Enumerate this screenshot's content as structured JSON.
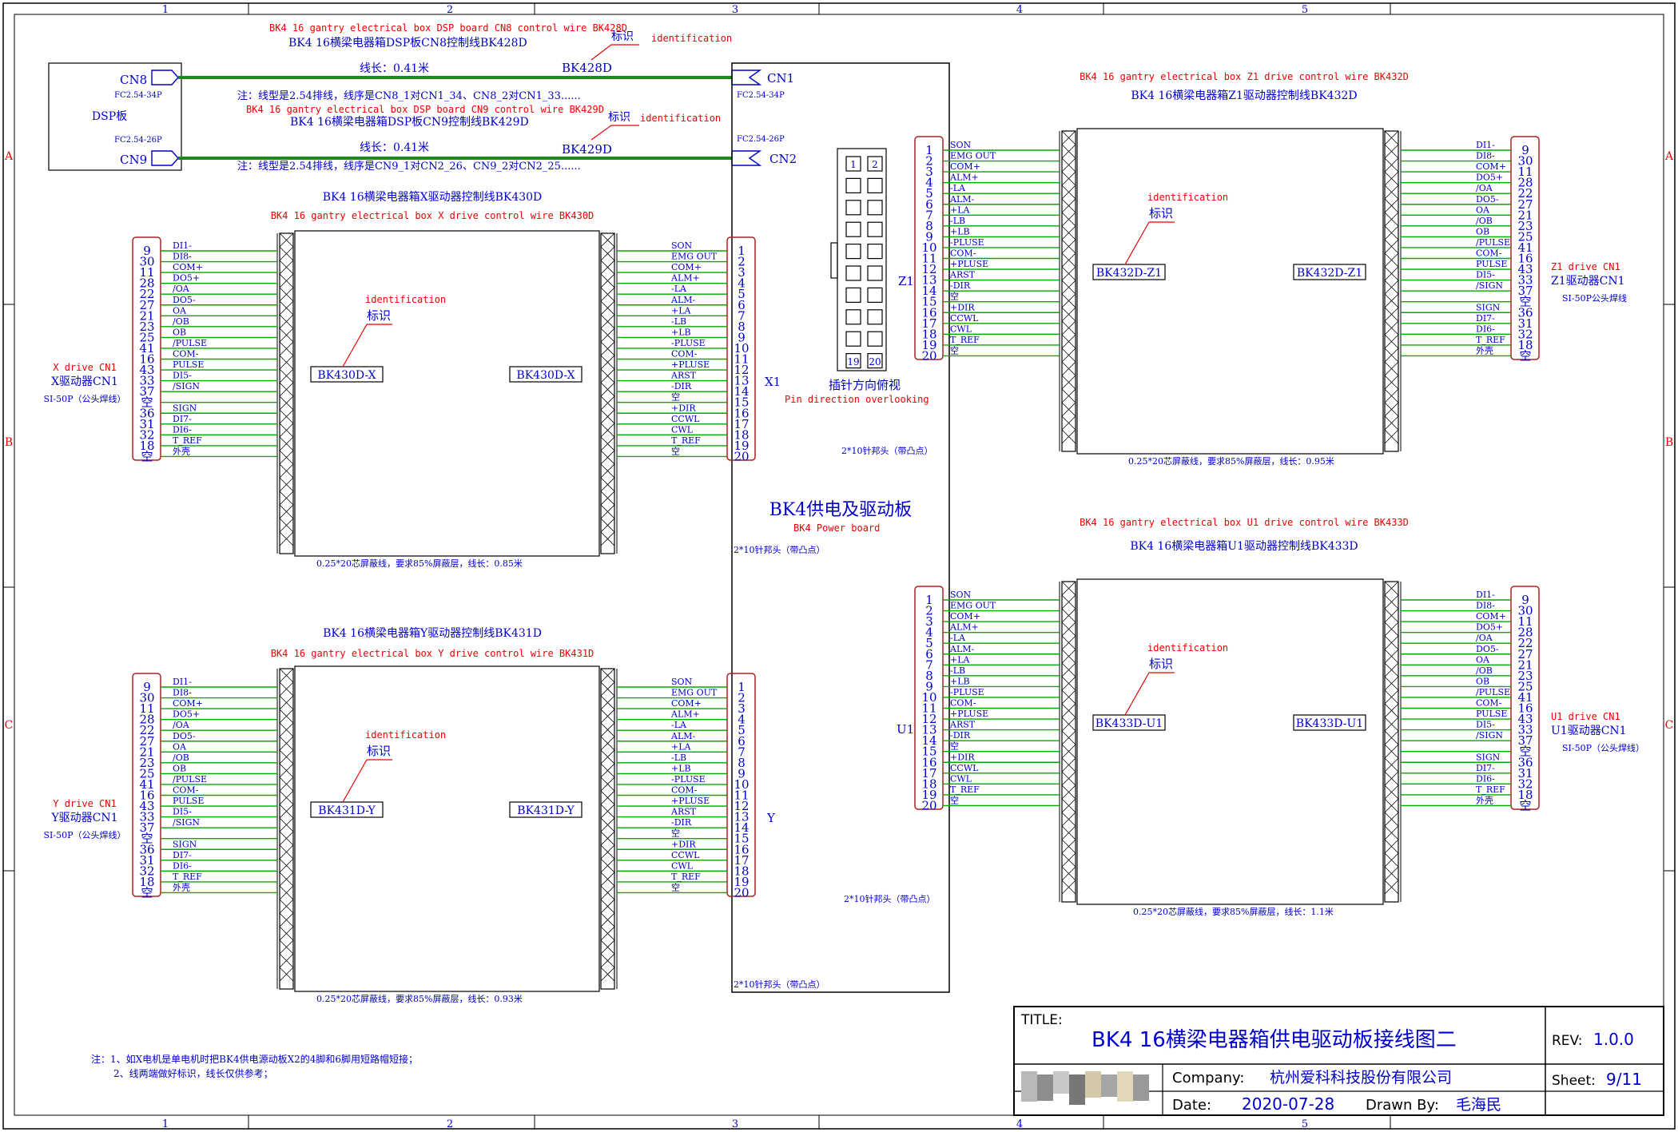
{
  "frame": {
    "columns": [
      "1",
      "2",
      "3",
      "4",
      "5"
    ],
    "rows": [
      "A",
      "B",
      "C"
    ]
  },
  "pinouts": {
    "driver_pin_numbers": [
      "9",
      "30",
      "11",
      "28",
      "22",
      "27",
      "21",
      "23",
      "25",
      "41",
      "16",
      "43",
      "33",
      "37",
      "空",
      "36",
      "31",
      "32",
      "18",
      "空"
    ],
    "driver_signals": [
      "DI1-",
      "DI8-",
      "COM+",
      "DO5+",
      "/OA",
      "DO5-",
      "OA",
      "/OB",
      "OB",
      "/PULSE",
      "COM-",
      "PULSE",
      "DI5-",
      "/SIGN",
      "",
      "SIGN",
      "DI7-",
      "DI6-",
      "T_REF",
      "外壳"
    ],
    "board_pin_numbers": [
      "1",
      "2",
      "3",
      "4",
      "5",
      "6",
      "7",
      "8",
      "9",
      "10",
      "11",
      "12",
      "13",
      "14",
      "15",
      "16",
      "17",
      "18",
      "19",
      "20"
    ],
    "board_signals": [
      "SON",
      "EMG OUT",
      "COM+",
      "ALM+",
      "-LA",
      "ALM-",
      "+LA",
      "-LB",
      "+LB",
      "-PLUSE",
      "COM-",
      "+PLUSE",
      "ARST",
      "-DIR",
      "空",
      "+DIR",
      "CCWL",
      "CWL",
      "T_REF",
      "空"
    ]
  },
  "dsp": {
    "board_label": "DSP板",
    "cn8": "CN8",
    "cn9": "CN9",
    "cn8_type": "FC2.54-34P",
    "cn9_type": "FC2.54-26P",
    "target_cn1": "CN1",
    "target_cn2": "CN2",
    "target_cn1_type": "FC2.54-34P",
    "target_cn2_type": "FC2.54-26P",
    "wire1_en": "BK4 16 gantry electrical box DSP board CN8 control wire BK428D",
    "wire1_cn": "BK4 16横梁电器箱DSP板CN8控制线BK428D",
    "wire1_id_cn": "标识",
    "wire1_id_en": "identification",
    "wire1_length": "线长：0.41米",
    "wire1_code": "BK428D",
    "wire1_note": "注：线型是2.54排线，线序是CN8_1对CN1_34、CN8_2对CN1_33......",
    "wire2_en": "BK4 16 gantry electrical box DSP board CN9 control wire BK429D",
    "wire2_cn": "BK4 16横梁电器箱DSP板CN9控制线BK429D",
    "wire2_id_cn": "标识",
    "wire2_id_en": "identification",
    "wire2_length": "线长：0.41米",
    "wire2_code": "BK429D",
    "wire2_note": "注：线型是2.54排线，线序是CN9_1对CN2_26、CN9_2对CN2_25......"
  },
  "power_board": {
    "title": "BK4供电及驱动板",
    "title_en": "BK4 Power board",
    "pin_view_cn": "插针方向俯视",
    "pin_view_en": "Pin direction overlooking",
    "pin_first": [
      "1",
      "2"
    ],
    "pin_last": [
      "19",
      "20"
    ],
    "header_note_x": "2*10针邦头（带凸点）",
    "header_note_y": "2*10针邦头（带凸点）",
    "header_note_z1": "2*10针邦头（带凸点）",
    "header_note_u1": "2*10针邦头（带凸点）"
  },
  "cable_x": {
    "title_cn": "BK4 16横梁电器箱X驱动器控制线BK430D",
    "title_en": "BK4 16 gantry electrical box X drive control wire BK430D",
    "id_en": "identification",
    "id_cn": "标识",
    "tag_left": "BK430D-X",
    "tag_right": "BK430D-X",
    "driver_en": "X drive CN1",
    "driver_cn": "X驱动器CN1",
    "driver_type": "SI-50P（公头焊线）",
    "board_conn": "X1",
    "spec": "0.25*20芯屏蔽线，要求85%屏蔽层，线长：0.85米"
  },
  "cable_y": {
    "title_cn": "BK4 16横梁电器箱Y驱动器控制线BK431D",
    "title_en": "BK4 16 gantry electrical box Y drive control wire BK431D",
    "id_en": "identification",
    "id_cn": "标识",
    "tag_left": "BK431D-Y",
    "tag_right": "BK431D-Y",
    "driver_en": "Y drive CN1",
    "driver_cn": "Y驱动器CN1",
    "driver_type": "SI-50P（公头焊线）",
    "board_conn": "Y",
    "spec": "0.25*20芯屏蔽线，要求85%屏蔽层，线长：0.93米"
  },
  "cable_z1": {
    "title_en": "BK4 16 gantry electrical box Z1 drive control wire BK432D",
    "title_cn": "BK4 16横梁电器箱Z1驱动器控制线BK432D",
    "id_en": "identification",
    "id_cn": "标识",
    "tag_left": "BK432D-Z1",
    "tag_right": "BK432D-Z1",
    "driver_en": "Z1 drive CN1",
    "driver_cn": "Z1驱动器CN1",
    "driver_type": "SI-50P公头焊线",
    "board_conn": "Z1",
    "spec": "0.25*20芯屏蔽线，要求85%屏蔽层，线长：0.95米"
  },
  "cable_u1": {
    "title_en": "BK4 16 gantry electrical box U1 drive control wire BK433D",
    "title_cn": "BK4 16横梁电器箱U1驱动器控制线BK433D",
    "id_en": "identification",
    "id_cn": "标识",
    "tag_left": "BK433D-U1",
    "tag_right": "BK433D-U1",
    "driver_en": "U1 drive CN1",
    "driver_cn": "U1驱动器CN1",
    "driver_type": "SI-50P（公头焊线）",
    "board_conn": "U1",
    "spec": "0.25*20芯屏蔽线，要求85%屏蔽层，线长：1.1米"
  },
  "notes": {
    "line1": "注：1、如X电机是单电机时把BK4供电源动板X2的4脚和6脚用短路帽短接；",
    "line2": "2、线两端做好标识，线长仅供参考；"
  },
  "title_block": {
    "title_label": "TITLE:",
    "title": "BK4 16横梁电器箱供电驱动板接线图二",
    "rev_label": "REV:",
    "rev": "1.0.0",
    "company_label": "Company:",
    "company": "杭州爱科科技股份有限公司",
    "sheet_label": "Sheet:",
    "sheet": "9/11",
    "date_label": "Date:",
    "date": "2020-07-28",
    "drawn_label": "Drawn By:",
    "drawn_by": "毛海民"
  },
  "colors": {
    "line": "#000000",
    "wire": "#00aa00",
    "bus": "#1a8a1a",
    "text_blue": "#0000cc",
    "text_red": "#ee0000",
    "connector": "#aa2222"
  }
}
